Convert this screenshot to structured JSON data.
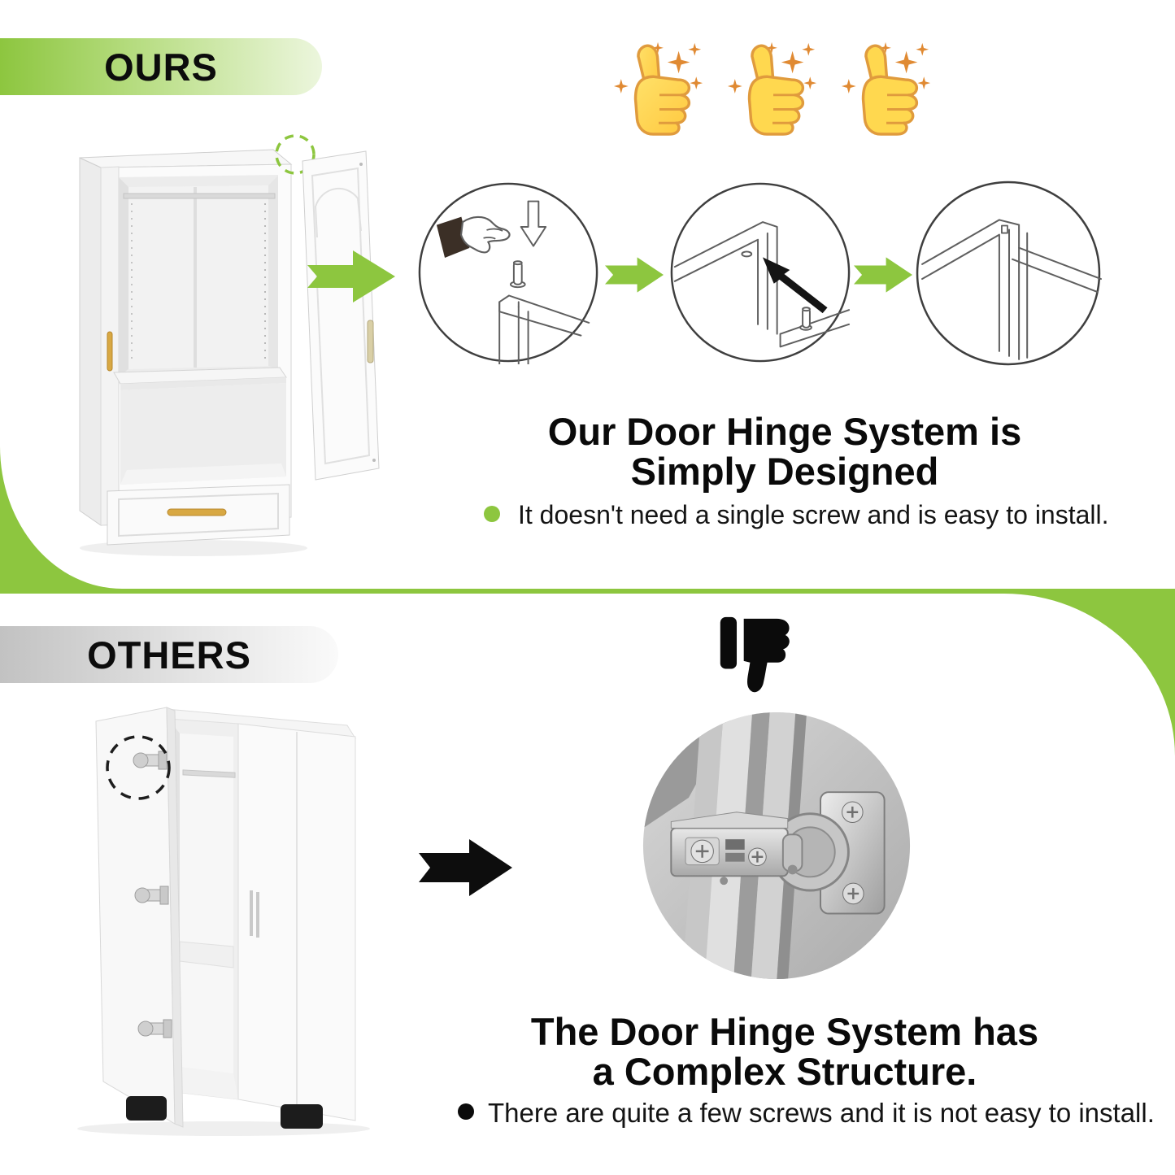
{
  "colors": {
    "green": "#8dc63f",
    "gold": "#d8a843",
    "thumb_yellow": "#ffd84f",
    "thumb_outline": "#e09b3d",
    "sparkle_orange": "#e08a33",
    "others_banner_gray": "#c2c2c2",
    "black": "#0b0b0b"
  },
  "sections": {
    "ours": {
      "banner_label": "OURS",
      "rating": "3 thumbs up with sparkles",
      "heading_line1": "Our Door Hinge System is",
      "heading_line2": "Simply Designed",
      "bullet_text": "It doesn't need a single screw and is easy to install."
    },
    "others": {
      "banner_label": "OTHERS",
      "rating": "1 thumbs down",
      "heading_line1": "The Door Hinge System has",
      "heading_line2": "a Complex Structure.",
      "bullet_text": "There are quite a few screws and it is not easy to install."
    }
  },
  "icons": {
    "thumbs_up": "thumbs-up-sparkle-icon",
    "thumbs_down": "thumbs-down-icon",
    "green_arrow": "green-arrow-right-icon",
    "black_arrow": "black-arrow-right-icon",
    "ours_hinge_marker": "green-dashed-circle",
    "others_hinge_marker": "black-dashed-circle",
    "step1": "press-pin-with-finger-diagram",
    "step2": "align-pin-to-hole-diagram",
    "step3": "assembled-corner-diagram",
    "others_detail": "complex-hinge-photo"
  }
}
